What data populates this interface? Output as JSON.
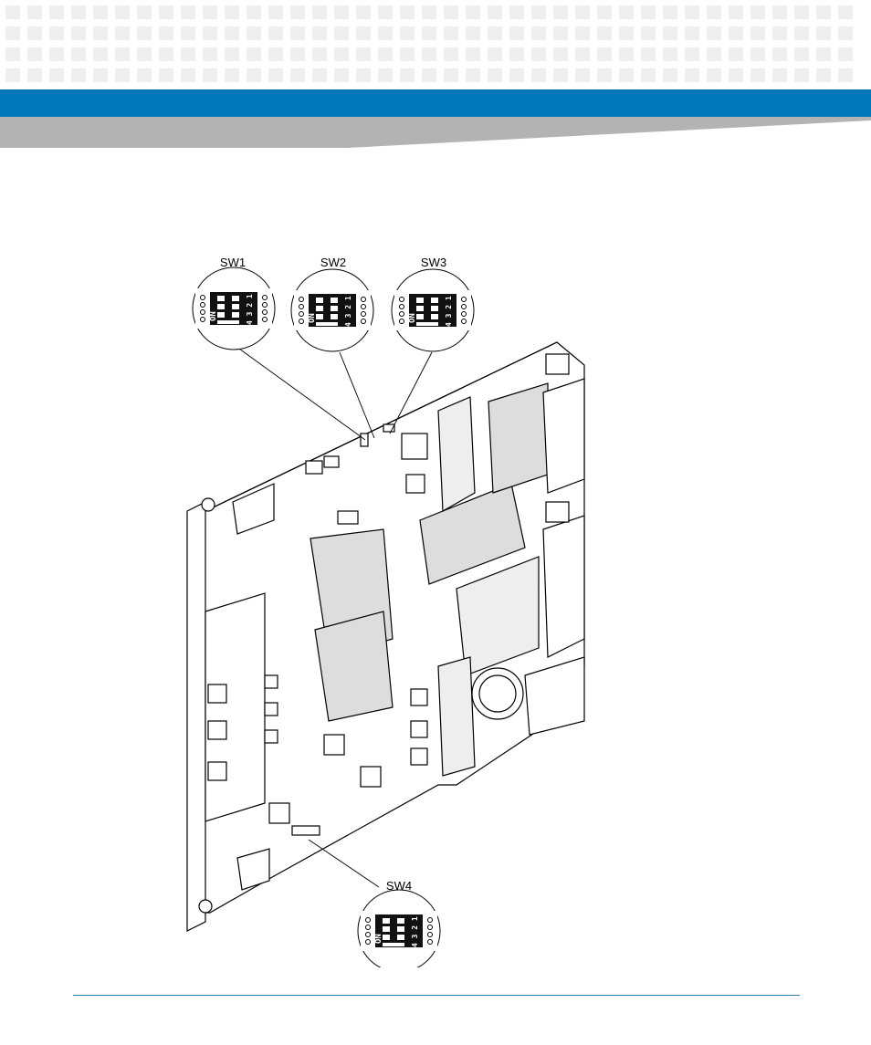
{
  "header": {
    "band_color": "#0077bb",
    "gray_color": "#b3b3b3",
    "pattern_color": "#efefef"
  },
  "figure": {
    "switches": [
      {
        "label": "SW1",
        "switch_text": "ON",
        "positions": "4 3 2 1"
      },
      {
        "label": "SW2",
        "switch_text": "ON",
        "positions": "4 3 2 1"
      },
      {
        "label": "SW3",
        "switch_text": "ON",
        "positions": "4 3 2 1"
      },
      {
        "label": "SW4",
        "switch_text": "ON",
        "positions": "4 3 2 1"
      }
    ]
  },
  "footer": {
    "rule_color": "#2a7fb8"
  }
}
